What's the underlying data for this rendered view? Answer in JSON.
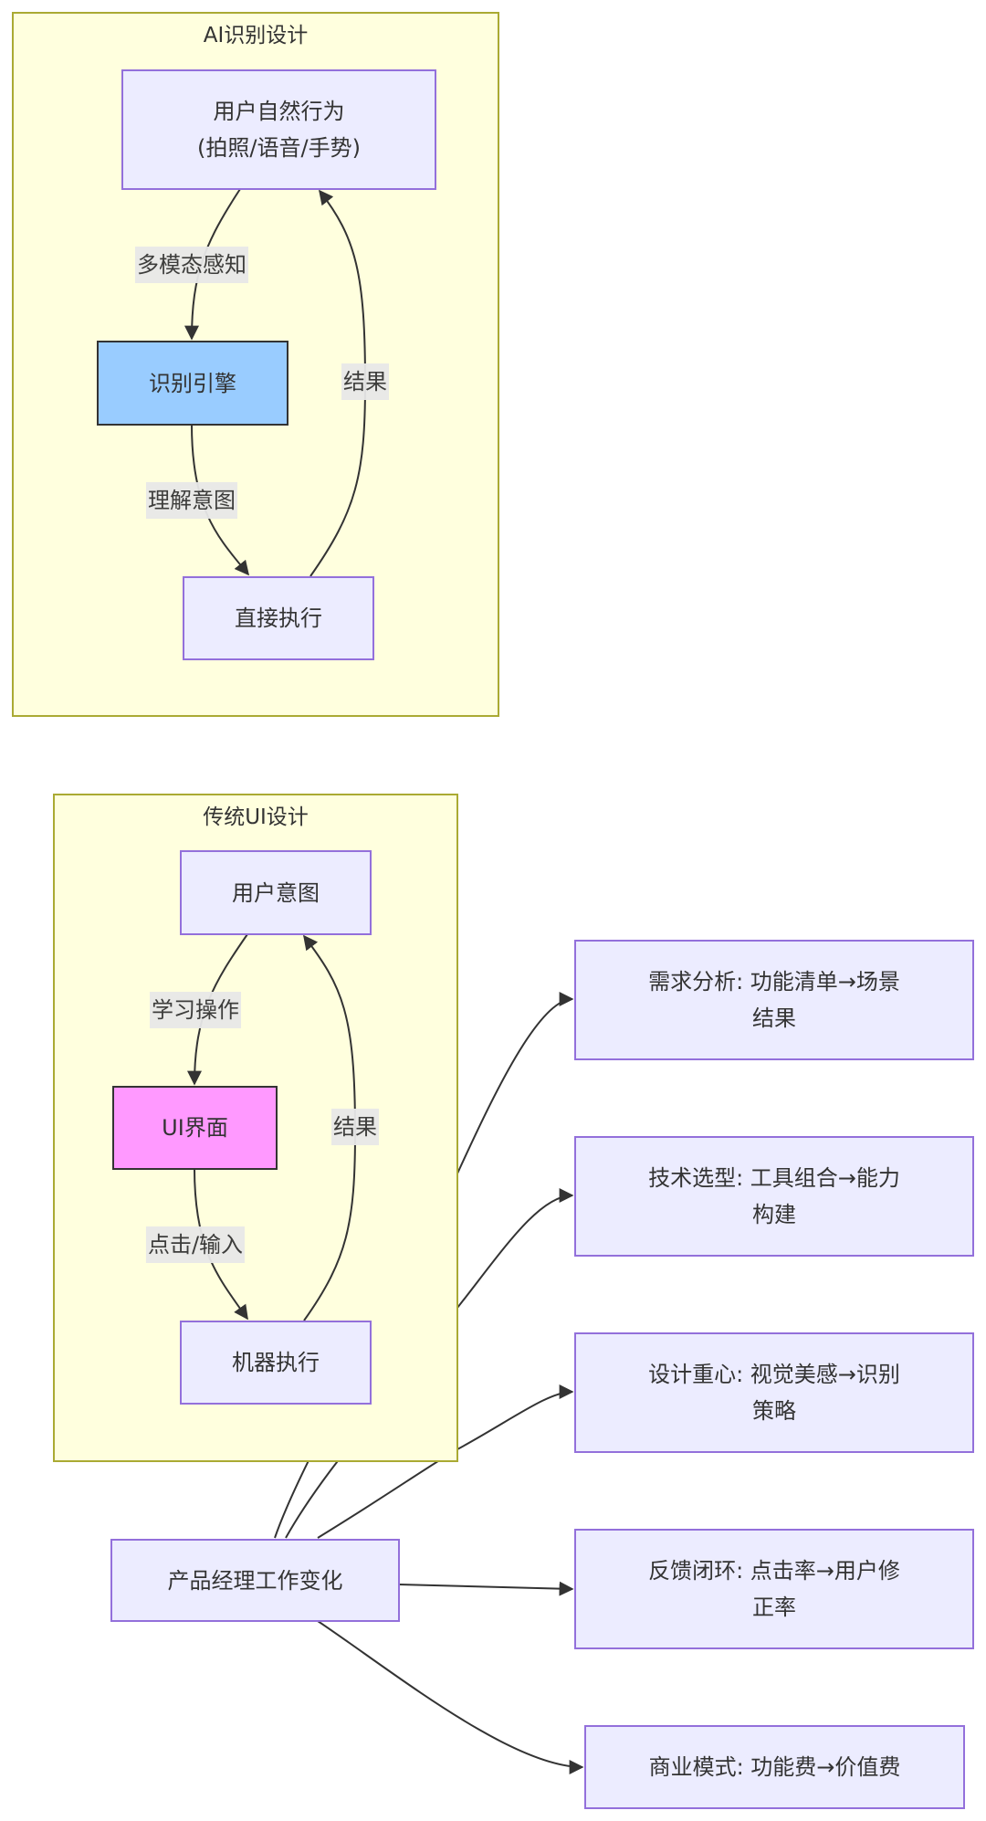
{
  "diagram": {
    "type": "flowchart",
    "colors": {
      "cluster_fill": "#ffffde",
      "cluster_border": "#aaaa33",
      "node_fill": "#ececff",
      "node_border": "#9370db",
      "engine_fill": "#99ccff",
      "ui_fill": "#ff99ff",
      "edge_color": "#333333",
      "label_bg": "#e8e8e8"
    },
    "clusters": {
      "ai": {
        "title": "AI识别设计"
      },
      "traditional": {
        "title": "传统UI设计"
      }
    },
    "nodes": {
      "ai_user": {
        "line1": "用户自然行为",
        "line2": "(拍照/语音/手势)"
      },
      "ai_engine": {
        "label": "识别引擎"
      },
      "ai_exec": {
        "label": "直接执行"
      },
      "t_intent": {
        "label": "用户意图"
      },
      "t_ui": {
        "label": "UI界面"
      },
      "t_exec": {
        "label": "机器执行"
      },
      "pm": {
        "label": "产品经理工作变化"
      },
      "r1": {
        "line1": "需求分析: 功能清单→场景",
        "line2": "结果"
      },
      "r2": {
        "line1": "技术选型: 工具组合→能力",
        "line2": "构建"
      },
      "r3": {
        "line1": "设计重心: 视觉美感→识别",
        "line2": "策略"
      },
      "r4": {
        "line1": "反馈闭环: 点击率→用户修",
        "line2": "正率"
      },
      "r5": {
        "label": "商业模式: 功能费→价值费"
      }
    },
    "edge_labels": {
      "ai_perceive": "多模态感知",
      "ai_understand": "理解意图",
      "ai_result": "结果",
      "t_learn": "学习操作",
      "t_click": "点击/输入",
      "t_result": "结果"
    },
    "edges": [
      {
        "from": "ai_user",
        "to": "ai_engine",
        "label": "多模态感知"
      },
      {
        "from": "ai_engine",
        "to": "ai_exec",
        "label": "理解意图"
      },
      {
        "from": "ai_exec",
        "to": "ai_user",
        "label": "结果"
      },
      {
        "from": "t_intent",
        "to": "t_ui",
        "label": "学习操作"
      },
      {
        "from": "t_ui",
        "to": "t_exec",
        "label": "点击/输入"
      },
      {
        "from": "t_exec",
        "to": "t_intent",
        "label": "结果"
      },
      {
        "from": "pm",
        "to": "r1",
        "label": ""
      },
      {
        "from": "pm",
        "to": "r2",
        "label": ""
      },
      {
        "from": "pm",
        "to": "r3",
        "label": ""
      },
      {
        "from": "pm",
        "to": "r4",
        "label": ""
      },
      {
        "from": "pm",
        "to": "r5",
        "label": ""
      }
    ]
  }
}
